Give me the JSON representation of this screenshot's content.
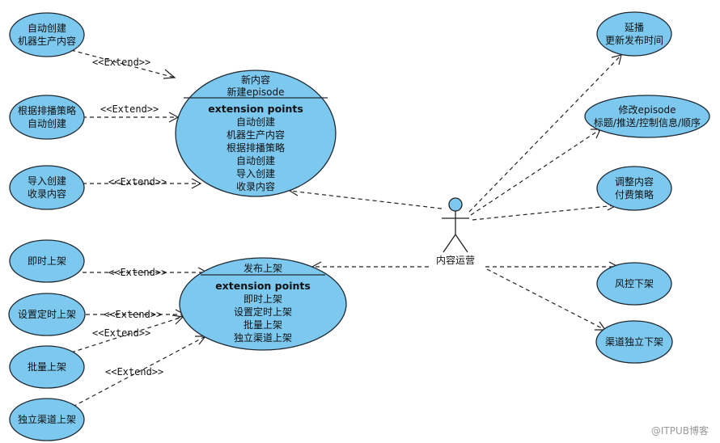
{
  "actor": {
    "name": "内容运营"
  },
  "extend_label": "<<Extend>>",
  "use_cases": {
    "auto_create": [
      "自动创建",
      "机器生产内容"
    ],
    "schedule_create": [
      "根据排播策略",
      "自动创建"
    ],
    "import_content": [
      "导入创建",
      "收录内容"
    ],
    "instant_publish": [
      "即时上架"
    ],
    "timed_publish": [
      "设置定时上架"
    ],
    "batch_publish": [
      "批量上架"
    ],
    "channel_publish": [
      "独立渠道上架"
    ],
    "delay_publish": [
      "延播",
      "更新发布时间"
    ],
    "edit_episode": [
      "修改episode",
      "标题/推送/控制信息/顺序"
    ],
    "adjust_content": [
      "调整内容",
      "付费策略"
    ],
    "risk_takedown": [
      "风控下架"
    ],
    "channel_takedown": [
      "渠道独立下架"
    ]
  },
  "new_content": {
    "header": [
      "新内容",
      "新建episode"
    ],
    "ext_title": "extension points",
    "ext_points": [
      "自动创建",
      "机器生产内容",
      "根据排播策略",
      "自动创建",
      "导入创建",
      "收录内容"
    ]
  },
  "publish": {
    "header": [
      "发布上架"
    ],
    "ext_title": "extension points",
    "ext_points": [
      "即时上架",
      "设置定时上架",
      "批量上架",
      "独立渠道上架"
    ]
  },
  "watermark": "@ITPUB博客"
}
